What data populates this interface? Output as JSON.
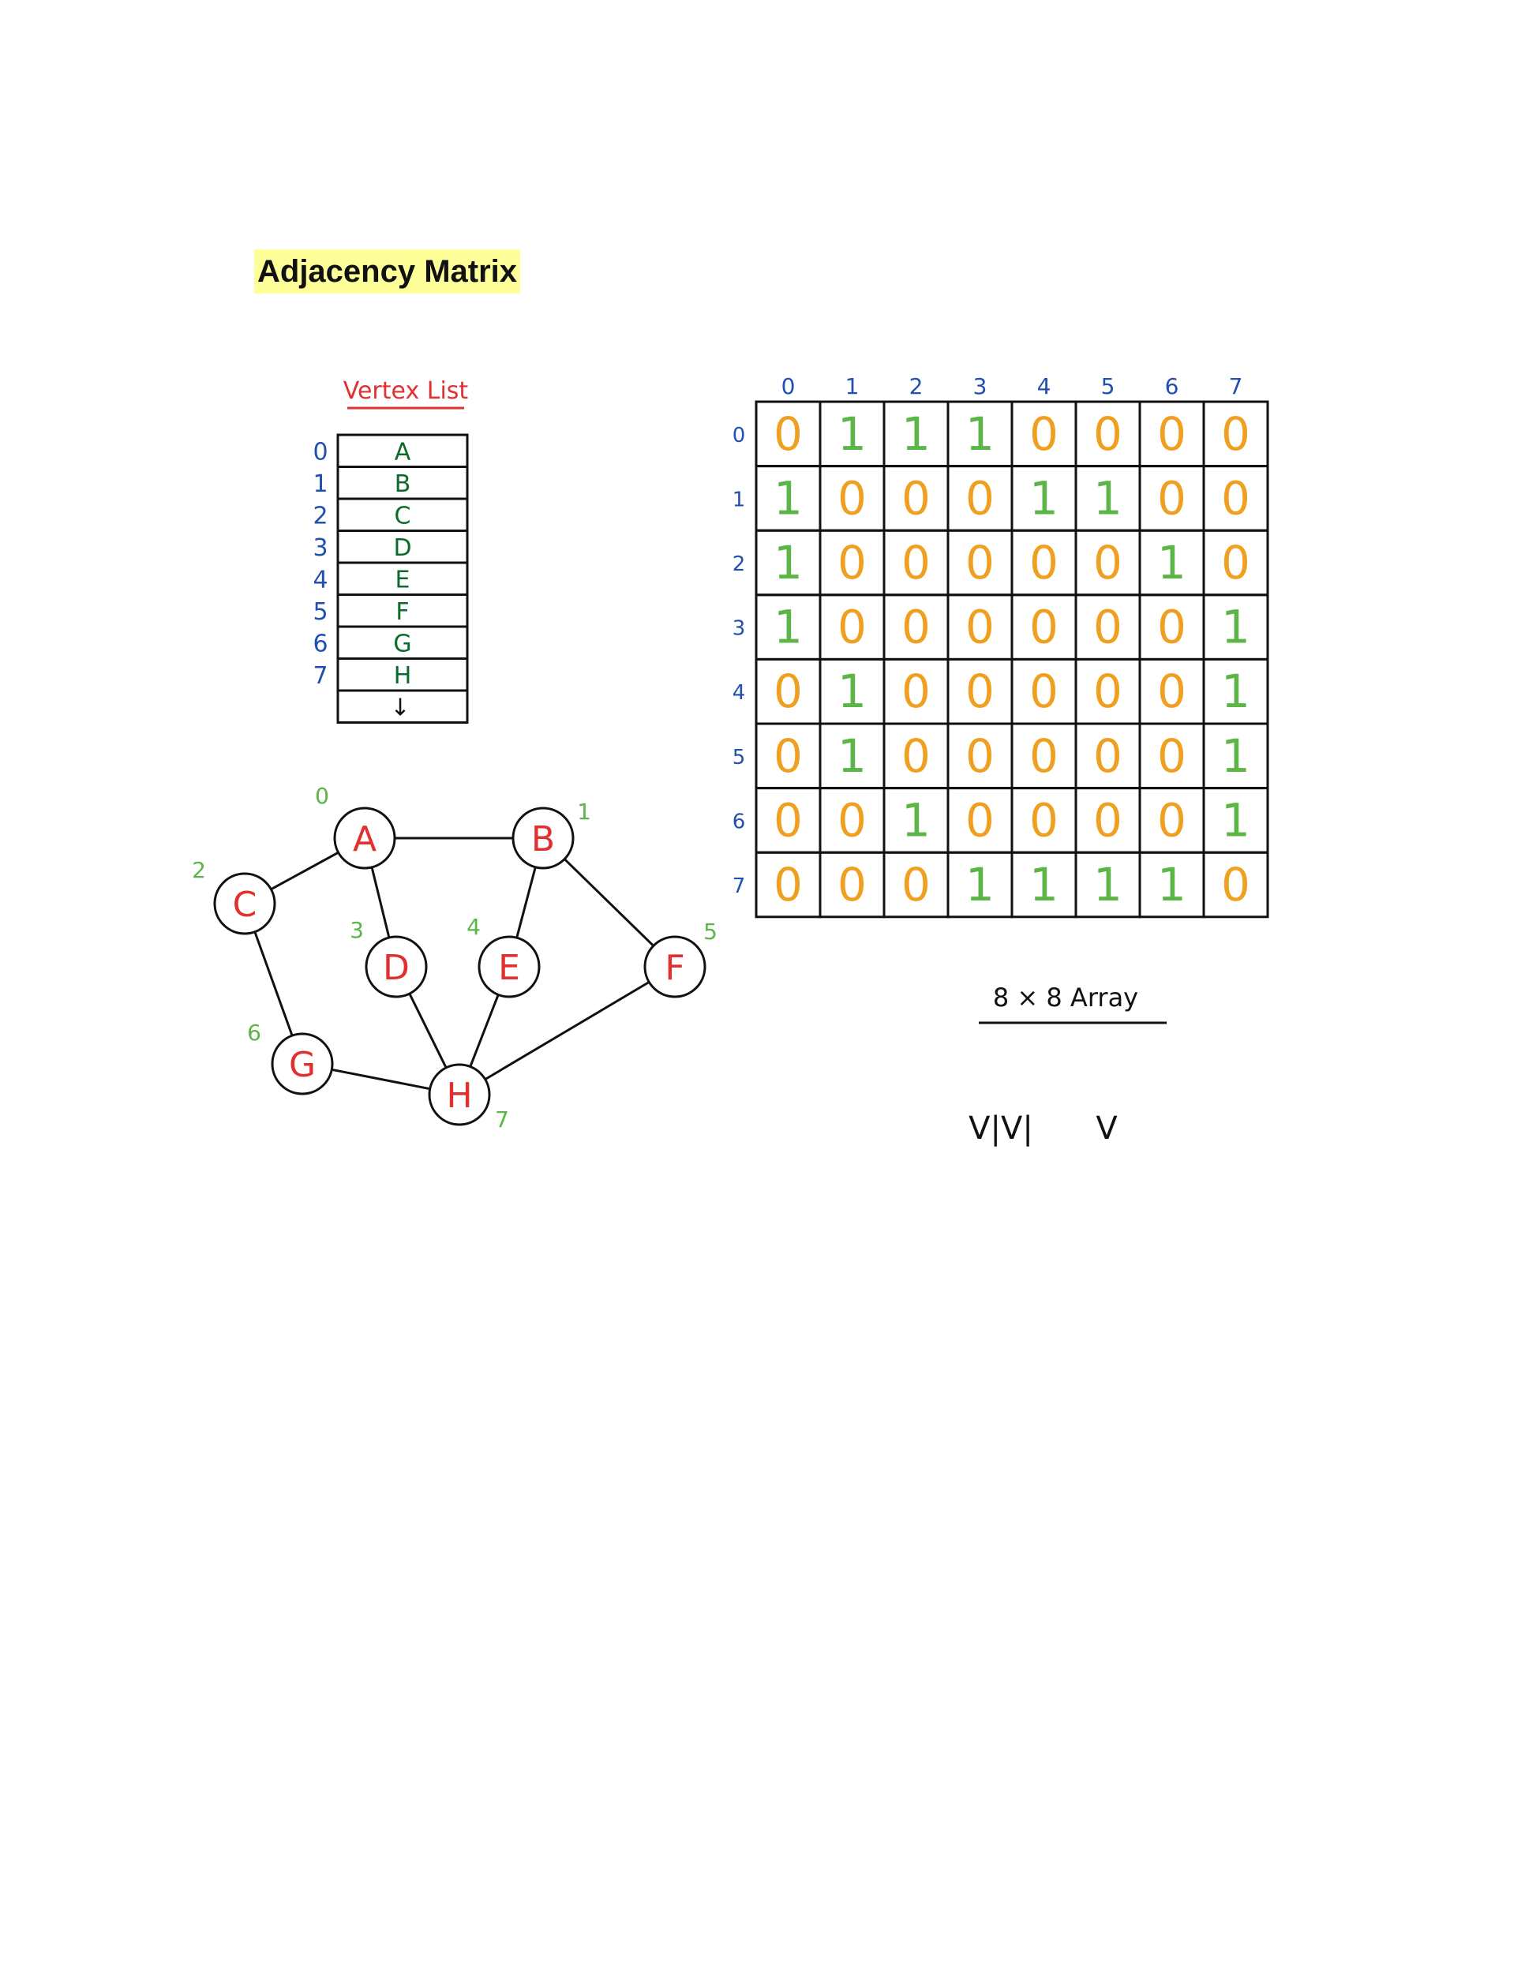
{
  "title": "Adjacency Matrix",
  "vertex_list": {
    "heading": "Vertex List",
    "indices": [
      "0",
      "1",
      "2",
      "3",
      "4",
      "5",
      "6",
      "7"
    ],
    "labels": [
      "A",
      "B",
      "C",
      "D",
      "E",
      "F",
      "G",
      "H"
    ],
    "end_marker": "↓"
  },
  "graph": {
    "nodes": [
      {
        "label": "A",
        "index": "0"
      },
      {
        "label": "B",
        "index": "1"
      },
      {
        "label": "C",
        "index": "2"
      },
      {
        "label": "D",
        "index": "3"
      },
      {
        "label": "E",
        "index": "4"
      },
      {
        "label": "F",
        "index": "5"
      },
      {
        "label": "G",
        "index": "6"
      },
      {
        "label": "H",
        "index": "7"
      }
    ],
    "edges": [
      [
        "A",
        "B"
      ],
      [
        "A",
        "C"
      ],
      [
        "A",
        "D"
      ],
      [
        "B",
        "E"
      ],
      [
        "B",
        "F"
      ],
      [
        "C",
        "G"
      ],
      [
        "D",
        "H"
      ],
      [
        "E",
        "H"
      ],
      [
        "F",
        "H"
      ],
      [
        "G",
        "H"
      ]
    ]
  },
  "matrix": {
    "col_headers": [
      "0",
      "1",
      "2",
      "3",
      "4",
      "5",
      "6",
      "7"
    ],
    "row_headers": [
      "0",
      "1",
      "2",
      "3",
      "4",
      "5",
      "6",
      "7"
    ],
    "rows": [
      [
        0,
        1,
        1,
        1,
        0,
        0,
        0,
        0
      ],
      [
        1,
        0,
        0,
        0,
        1,
        1,
        0,
        0
      ],
      [
        1,
        0,
        0,
        0,
        0,
        0,
        1,
        0
      ],
      [
        1,
        0,
        0,
        0,
        0,
        0,
        0,
        1
      ],
      [
        0,
        1,
        0,
        0,
        0,
        0,
        0,
        1
      ],
      [
        0,
        1,
        0,
        0,
        0,
        0,
        0,
        1
      ],
      [
        0,
        0,
        1,
        0,
        0,
        0,
        0,
        1
      ],
      [
        0,
        0,
        0,
        1,
        1,
        1,
        1,
        0
      ]
    ]
  },
  "array_label": "8 × 8  Array",
  "complexity_notes": [
    "V|V|",
    "V"
  ],
  "colors": {
    "one": "#5cb547",
    "zero": "#f0a020",
    "index_blue": "#2050b0",
    "vertex_green": "#0a6b2a",
    "node_red": "#e03030",
    "node_index_green": "#5cb547",
    "heading_red": "#e03030",
    "highlight": "#ffff99"
  }
}
